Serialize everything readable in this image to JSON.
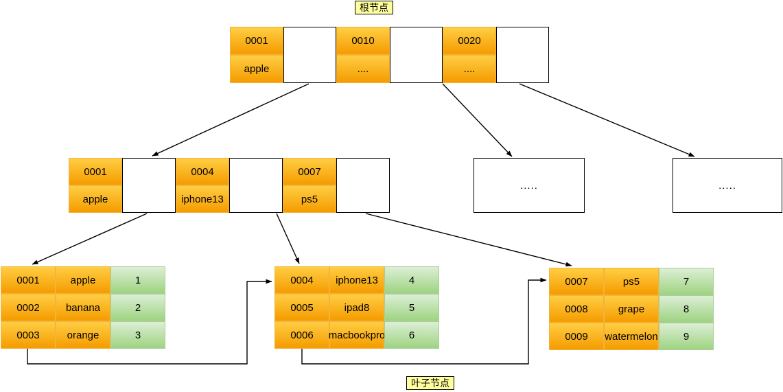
{
  "labels": {
    "root_node": "根节点",
    "leaf_node": "叶子节点"
  },
  "root_node": {
    "entries": [
      {
        "key": "0001",
        "value": "apple"
      },
      {
        "key": "0010",
        "value": "...."
      },
      {
        "key": "0020",
        "value": "...."
      }
    ]
  },
  "internal_node": {
    "entries": [
      {
        "key": "0001",
        "value": "apple"
      },
      {
        "key": "0004",
        "value": "iphone13"
      },
      {
        "key": "0007",
        "value": "ps5"
      }
    ]
  },
  "collapsed_nodes": [
    {
      "text": "....."
    },
    {
      "text": "....."
    }
  ],
  "leaf_nodes": [
    {
      "rows": [
        {
          "id": "0001",
          "name": "apple",
          "num": "1"
        },
        {
          "id": "0002",
          "name": "banana",
          "num": "2"
        },
        {
          "id": "0003",
          "name": "orange",
          "num": "3"
        }
      ]
    },
    {
      "rows": [
        {
          "id": "0004",
          "name": "iphone13",
          "num": "4"
        },
        {
          "id": "0005",
          "name": "ipad8",
          "num": "5"
        },
        {
          "id": "0006",
          "name": "macbookpro",
          "num": "6"
        }
      ]
    },
    {
      "rows": [
        {
          "id": "0007",
          "name": "ps5",
          "num": "7"
        },
        {
          "id": "0008",
          "name": "grape",
          "num": "8"
        },
        {
          "id": "0009",
          "name": "watermelon",
          "num": "9"
        }
      ]
    }
  ],
  "colors": {
    "orange_top": "#ffce43",
    "orange_bottom": "#f59b00",
    "green_top": "#ddefd6",
    "green_bottom": "#9ed381",
    "label_bg": "#ffff9e",
    "line": "#000000"
  }
}
